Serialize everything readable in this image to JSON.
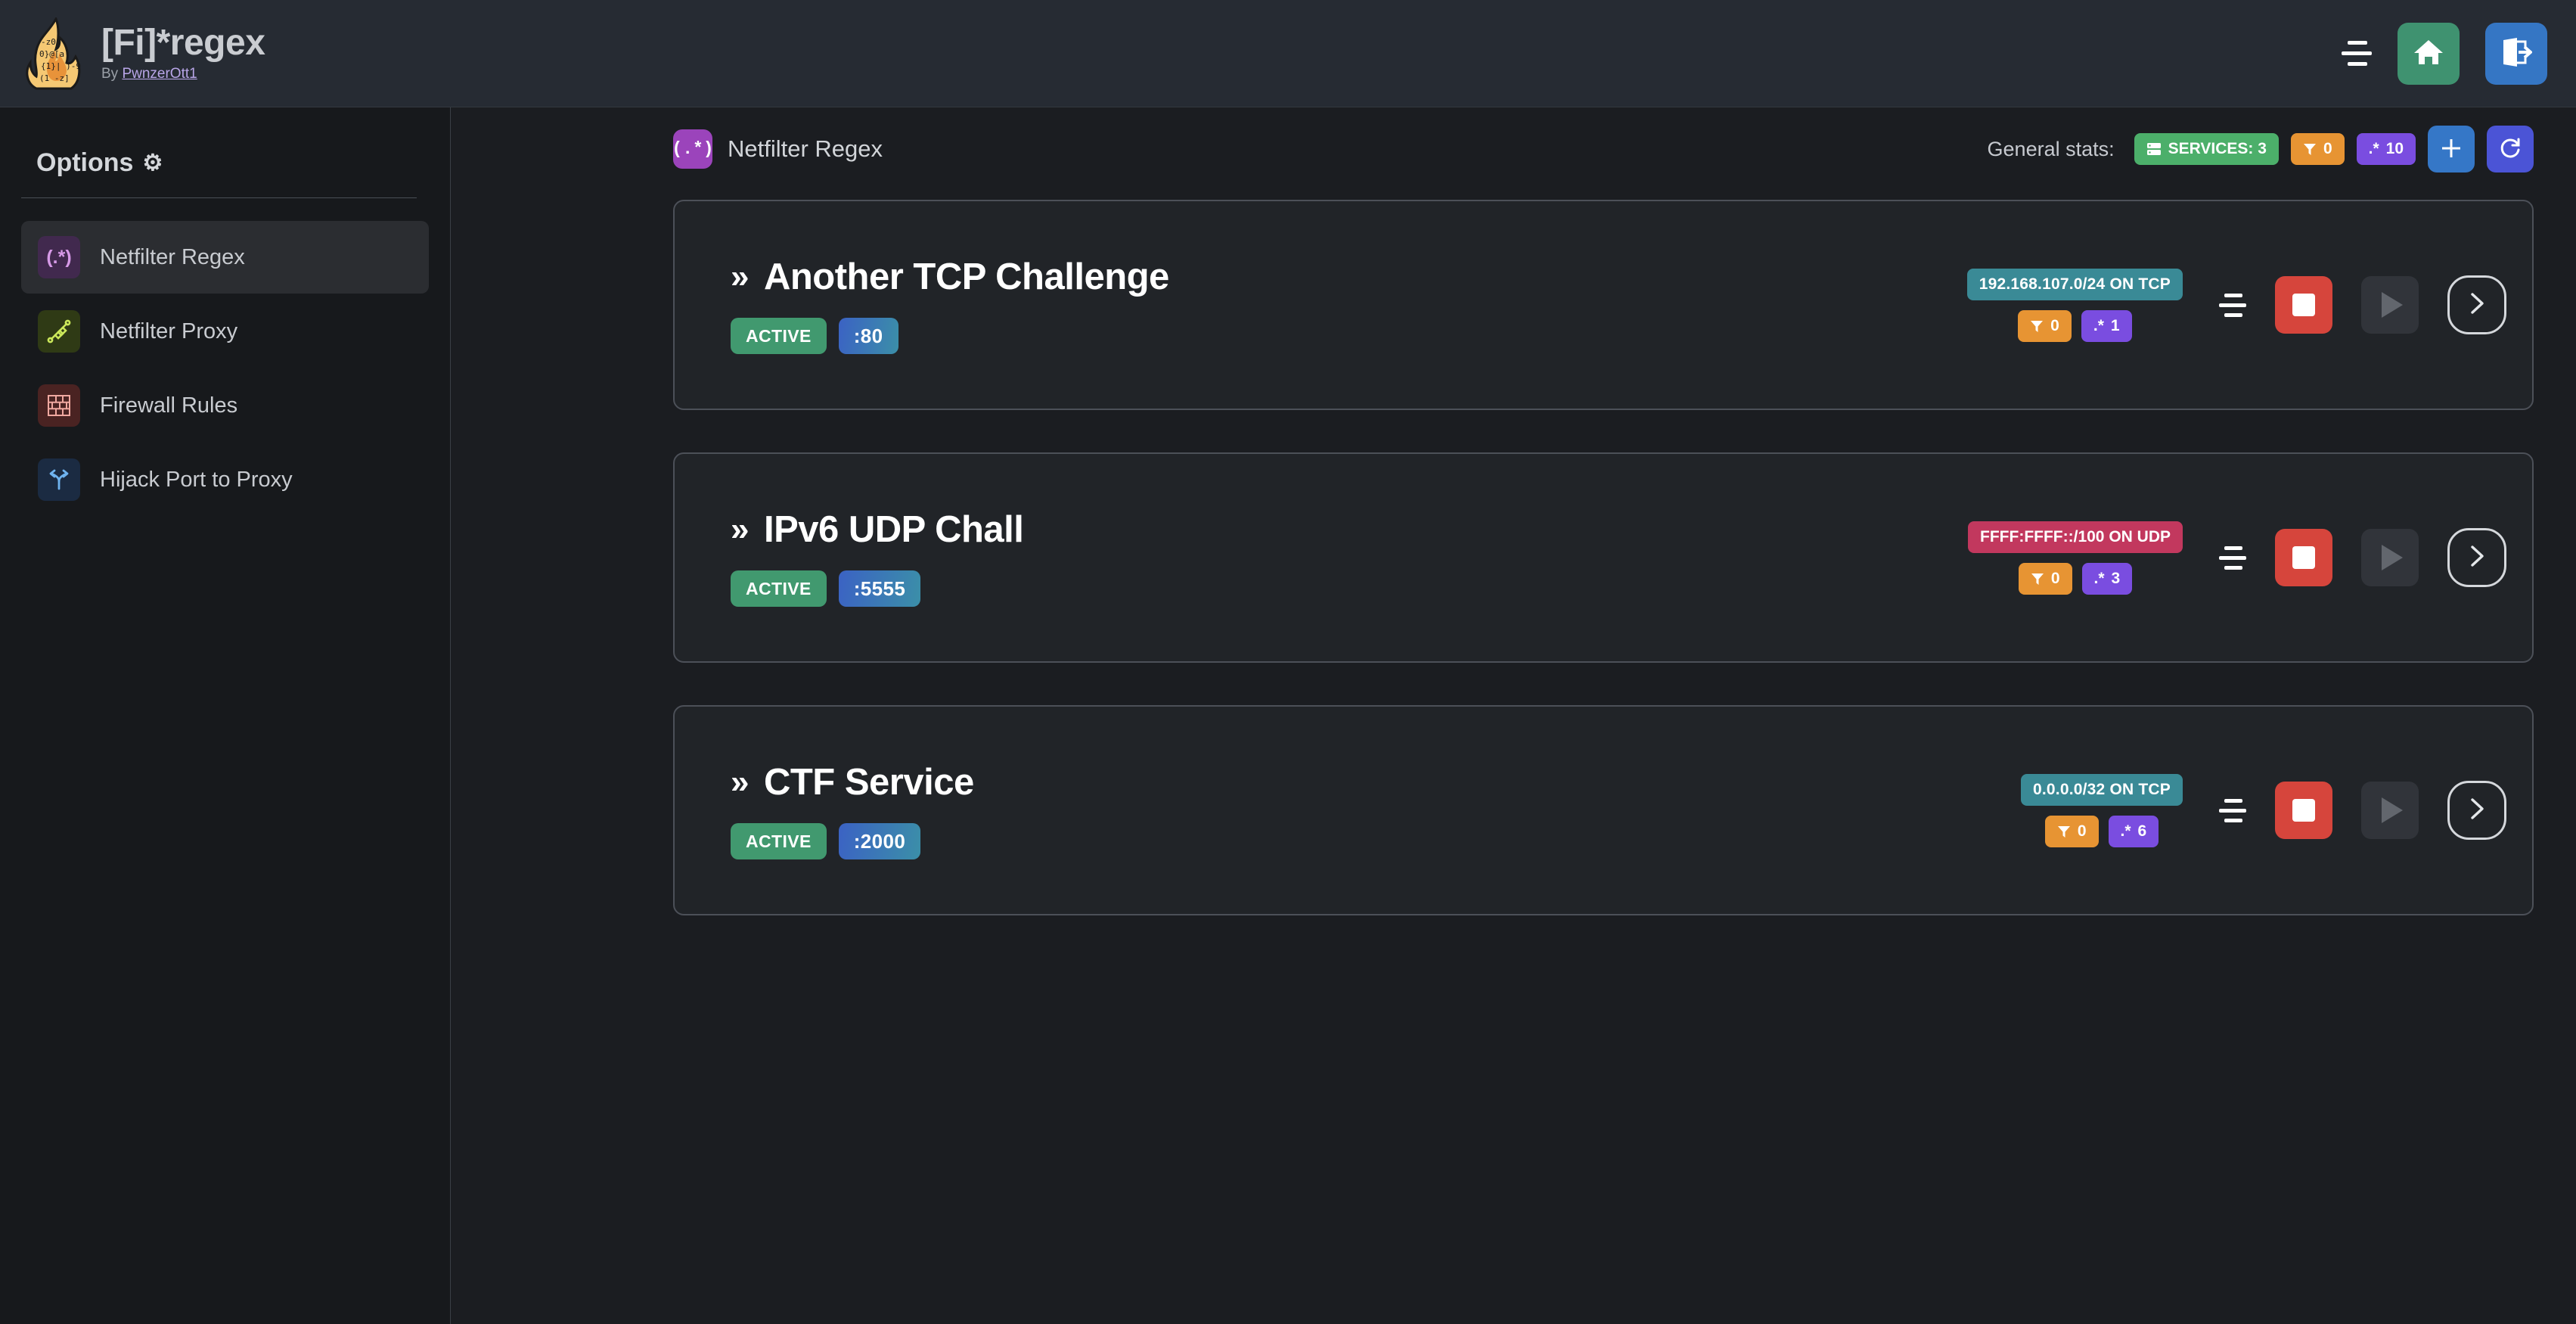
{
  "header": {
    "title": "[Fi]*regex",
    "by_prefix": "By ",
    "author": "PwnzerOtt1",
    "menu_icon": "hamburger-icon",
    "home_icon": "home-icon",
    "logout_icon": "logout-icon"
  },
  "sidebar": {
    "title": "Options",
    "gear": "⚙",
    "items": [
      {
        "label": "Netfilter Regex",
        "icon": "regex-icon",
        "glyph": "(.*)",
        "active": true
      },
      {
        "label": "Netfilter Proxy",
        "icon": "plug-icon",
        "glyph": "⚭",
        "active": false
      },
      {
        "label": "Firewall Rules",
        "icon": "brick-wall-icon",
        "glyph": "▥",
        "active": false
      },
      {
        "label": "Hijack Port to Proxy",
        "icon": "fork-arrow-icon",
        "glyph": "⎇",
        "active": false
      }
    ]
  },
  "main": {
    "page_title": "Netfilter Regex",
    "page_title_glyph": "(.*)",
    "stats_label": "General stats:",
    "stats": {
      "services_label": "SERVICES: 3",
      "services_count": 3,
      "filters_count": "0",
      "regex_count": "10",
      "regex_glyph": ".*"
    },
    "add_button": "+",
    "refresh_button": "↻"
  },
  "services": [
    {
      "name": "Another TCP Challenge",
      "chevron": "»",
      "status": "ACTIVE",
      "port": ":80",
      "network": "192.168.107.0/24 ON TCP",
      "network_color": "teal",
      "filters_count": "0",
      "regex_count": "1",
      "regex_glyph": ".*",
      "stop_enabled": true,
      "play_enabled": false
    },
    {
      "name": "IPv6 UDP Chall",
      "chevron": "»",
      "status": "ACTIVE",
      "port": ":5555",
      "network": "FFFF:FFFF::/100 ON UDP",
      "network_color": "crimson",
      "filters_count": "0",
      "regex_count": "3",
      "regex_glyph": ".*",
      "stop_enabled": true,
      "play_enabled": false
    },
    {
      "name": "CTF Service",
      "chevron": "»",
      "status": "ACTIVE",
      "port": ":2000",
      "network": "0.0.0.0/32 ON TCP",
      "network_color": "teal",
      "filters_count": "0",
      "regex_count": "6",
      "regex_glyph": ".*",
      "stop_enabled": true,
      "play_enabled": false
    }
  ],
  "colors": {
    "page_bg": "#1b1d21",
    "header_bg": "#262b33",
    "sidebar_bg": "#17191c",
    "card_bg": "#212428",
    "accent_green": "#4caf6a",
    "accent_orange": "#e79433",
    "accent_purple": "#7a4de0",
    "accent_teal": "#3a8a96",
    "accent_crimson": "#c2385e",
    "accent_red": "#d6453c",
    "accent_blue": "#3577c7"
  }
}
